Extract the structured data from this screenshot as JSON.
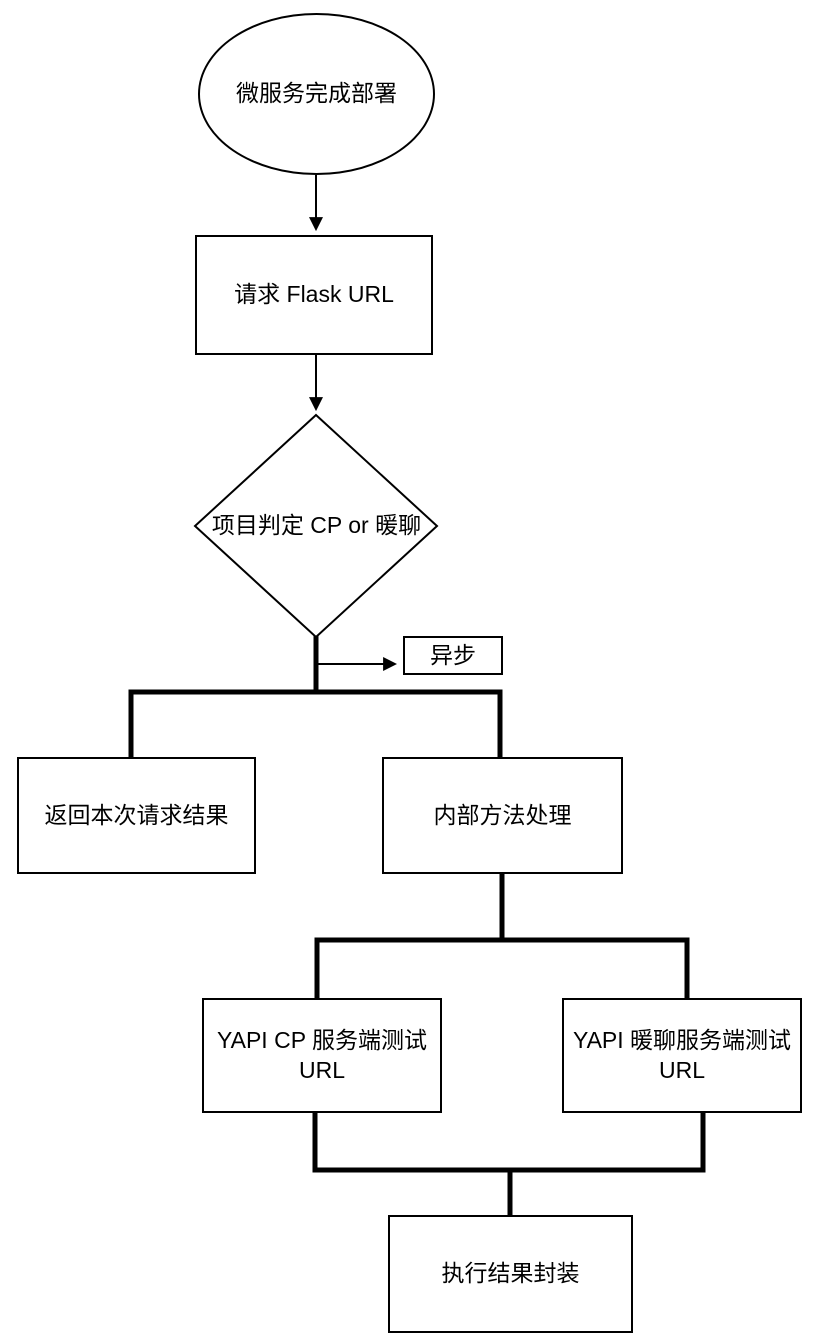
{
  "diagram": {
    "type": "flowchart",
    "background_color": "#ffffff",
    "colors": {
      "stroke": "#000000",
      "text": "#000000",
      "node_fill": "#ffffff"
    },
    "nodes": {
      "start": {
        "label": "微服务完成部署",
        "shape": "ellipse"
      },
      "request_flask": {
        "label": "请求 Flask URL",
        "shape": "rect"
      },
      "decision": {
        "label": "项目判定 CP or 暖聊",
        "shape": "diamond"
      },
      "async_note": {
        "label": "异步",
        "shape": "rect"
      },
      "return_result": {
        "label": "返回本次请求结果",
        "shape": "rect"
      },
      "internal_method": {
        "label": "内部方法处理",
        "shape": "rect"
      },
      "yapi_cp": {
        "label": "YAPI CP 服务端测试 URL",
        "shape": "rect"
      },
      "yapi_nuanliao": {
        "label": "YAPI 暖聊服务端测试 URL",
        "shape": "rect"
      },
      "wrap_result": {
        "label": "执行结果封装",
        "shape": "rect"
      }
    },
    "edges": [
      {
        "from": "start",
        "to": "request_flask",
        "style": "thin-arrow"
      },
      {
        "from": "request_flask",
        "to": "decision",
        "style": "thin-arrow"
      },
      {
        "from": "decision",
        "to": "async_note",
        "style": "thin-arrow"
      },
      {
        "from": "decision",
        "to": "return_result",
        "style": "thick"
      },
      {
        "from": "decision",
        "to": "internal_method",
        "style": "thick"
      },
      {
        "from": "internal_method",
        "to": "yapi_cp",
        "style": "thick"
      },
      {
        "from": "internal_method",
        "to": "yapi_nuanliao",
        "style": "thick"
      },
      {
        "from": "yapi_cp",
        "to": "wrap_result",
        "style": "thick"
      },
      {
        "from": "yapi_nuanliao",
        "to": "wrap_result",
        "style": "thick"
      }
    ]
  }
}
